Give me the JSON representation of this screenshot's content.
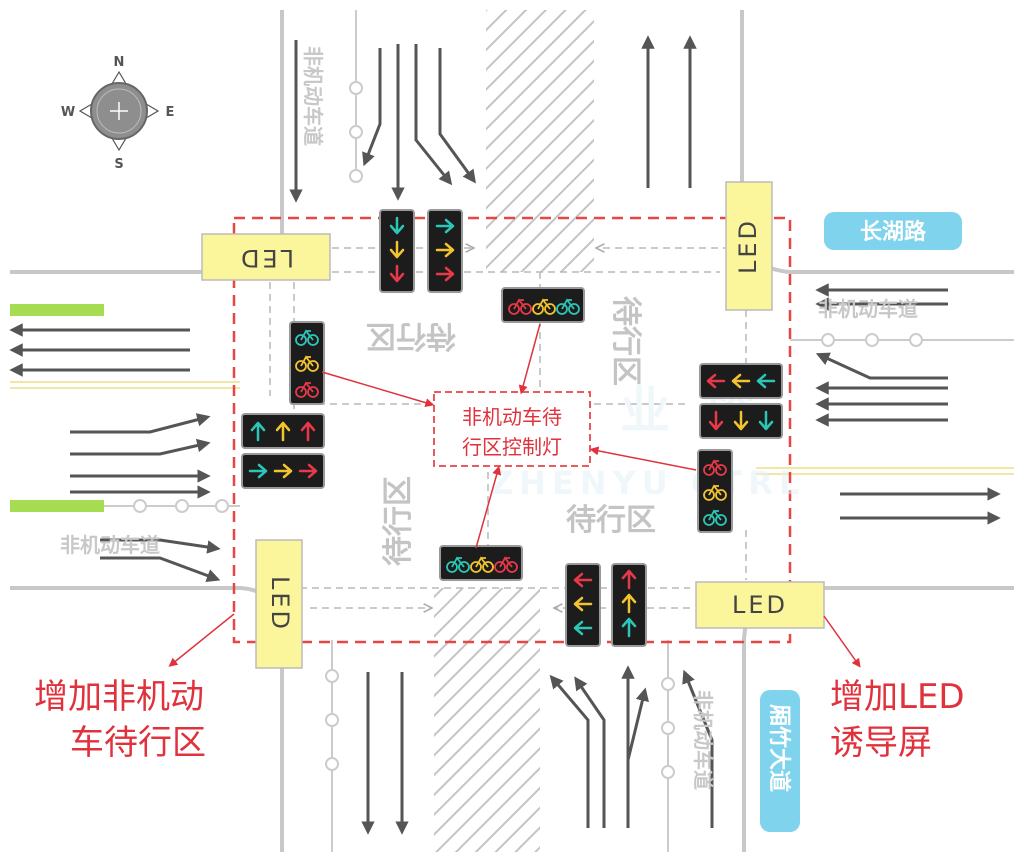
{
  "compass": {
    "n": "N",
    "s": "S",
    "e": "E",
    "w": "W"
  },
  "roads": {
    "east_west": "长湖路",
    "north_south": "厢竹大道"
  },
  "lane_label": "非机动车道",
  "waiting_zone": "待行区",
  "led_label": "LED",
  "callouts": {
    "bike_signal_line1": "非机动车待",
    "bike_signal_line2": "行区控制灯",
    "add_zone_line1": "增加非机动",
    "add_zone_line2": "车待行区",
    "add_led_line1": "增加LED",
    "add_led_line2": "诱导屏"
  },
  "watermark": {
    "top": "业 控",
    "bottom": "ZHENYU CTRL"
  },
  "colors": {
    "road": "#c8c8c8",
    "lane_arrow": "#555555",
    "dashed_boundary": "#e84545",
    "callout_text": "#e0323c",
    "led_fill": "#fbf59b",
    "road_name_bg": "#7fd3ec",
    "bike_lane_marker": "#a6dc52",
    "signal_green": "#2cc6b8",
    "signal_yellow": "#f4c430",
    "signal_red": "#e8384a"
  },
  "icons": [
    "compass-rose-icon",
    "straight-arrow-icon",
    "left-turn-arrow-icon",
    "right-turn-arrow-icon",
    "bicycle-icon",
    "crosswalk-hatch-icon"
  ]
}
